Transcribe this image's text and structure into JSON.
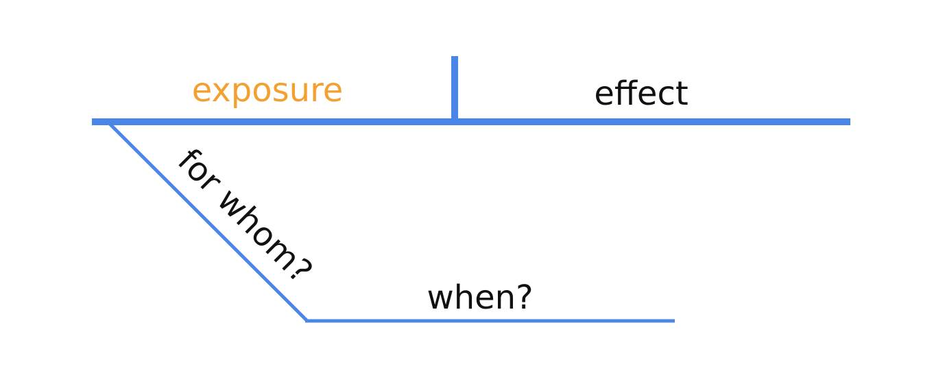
{
  "colors": {
    "line": "#4a86e8",
    "exposure_text": "#f4a030",
    "text": "#111111",
    "background": "#ffffff"
  },
  "labels": {
    "exposure": "exposure",
    "effect": "effect",
    "for_whom": "for whom?",
    "when": "when?"
  }
}
